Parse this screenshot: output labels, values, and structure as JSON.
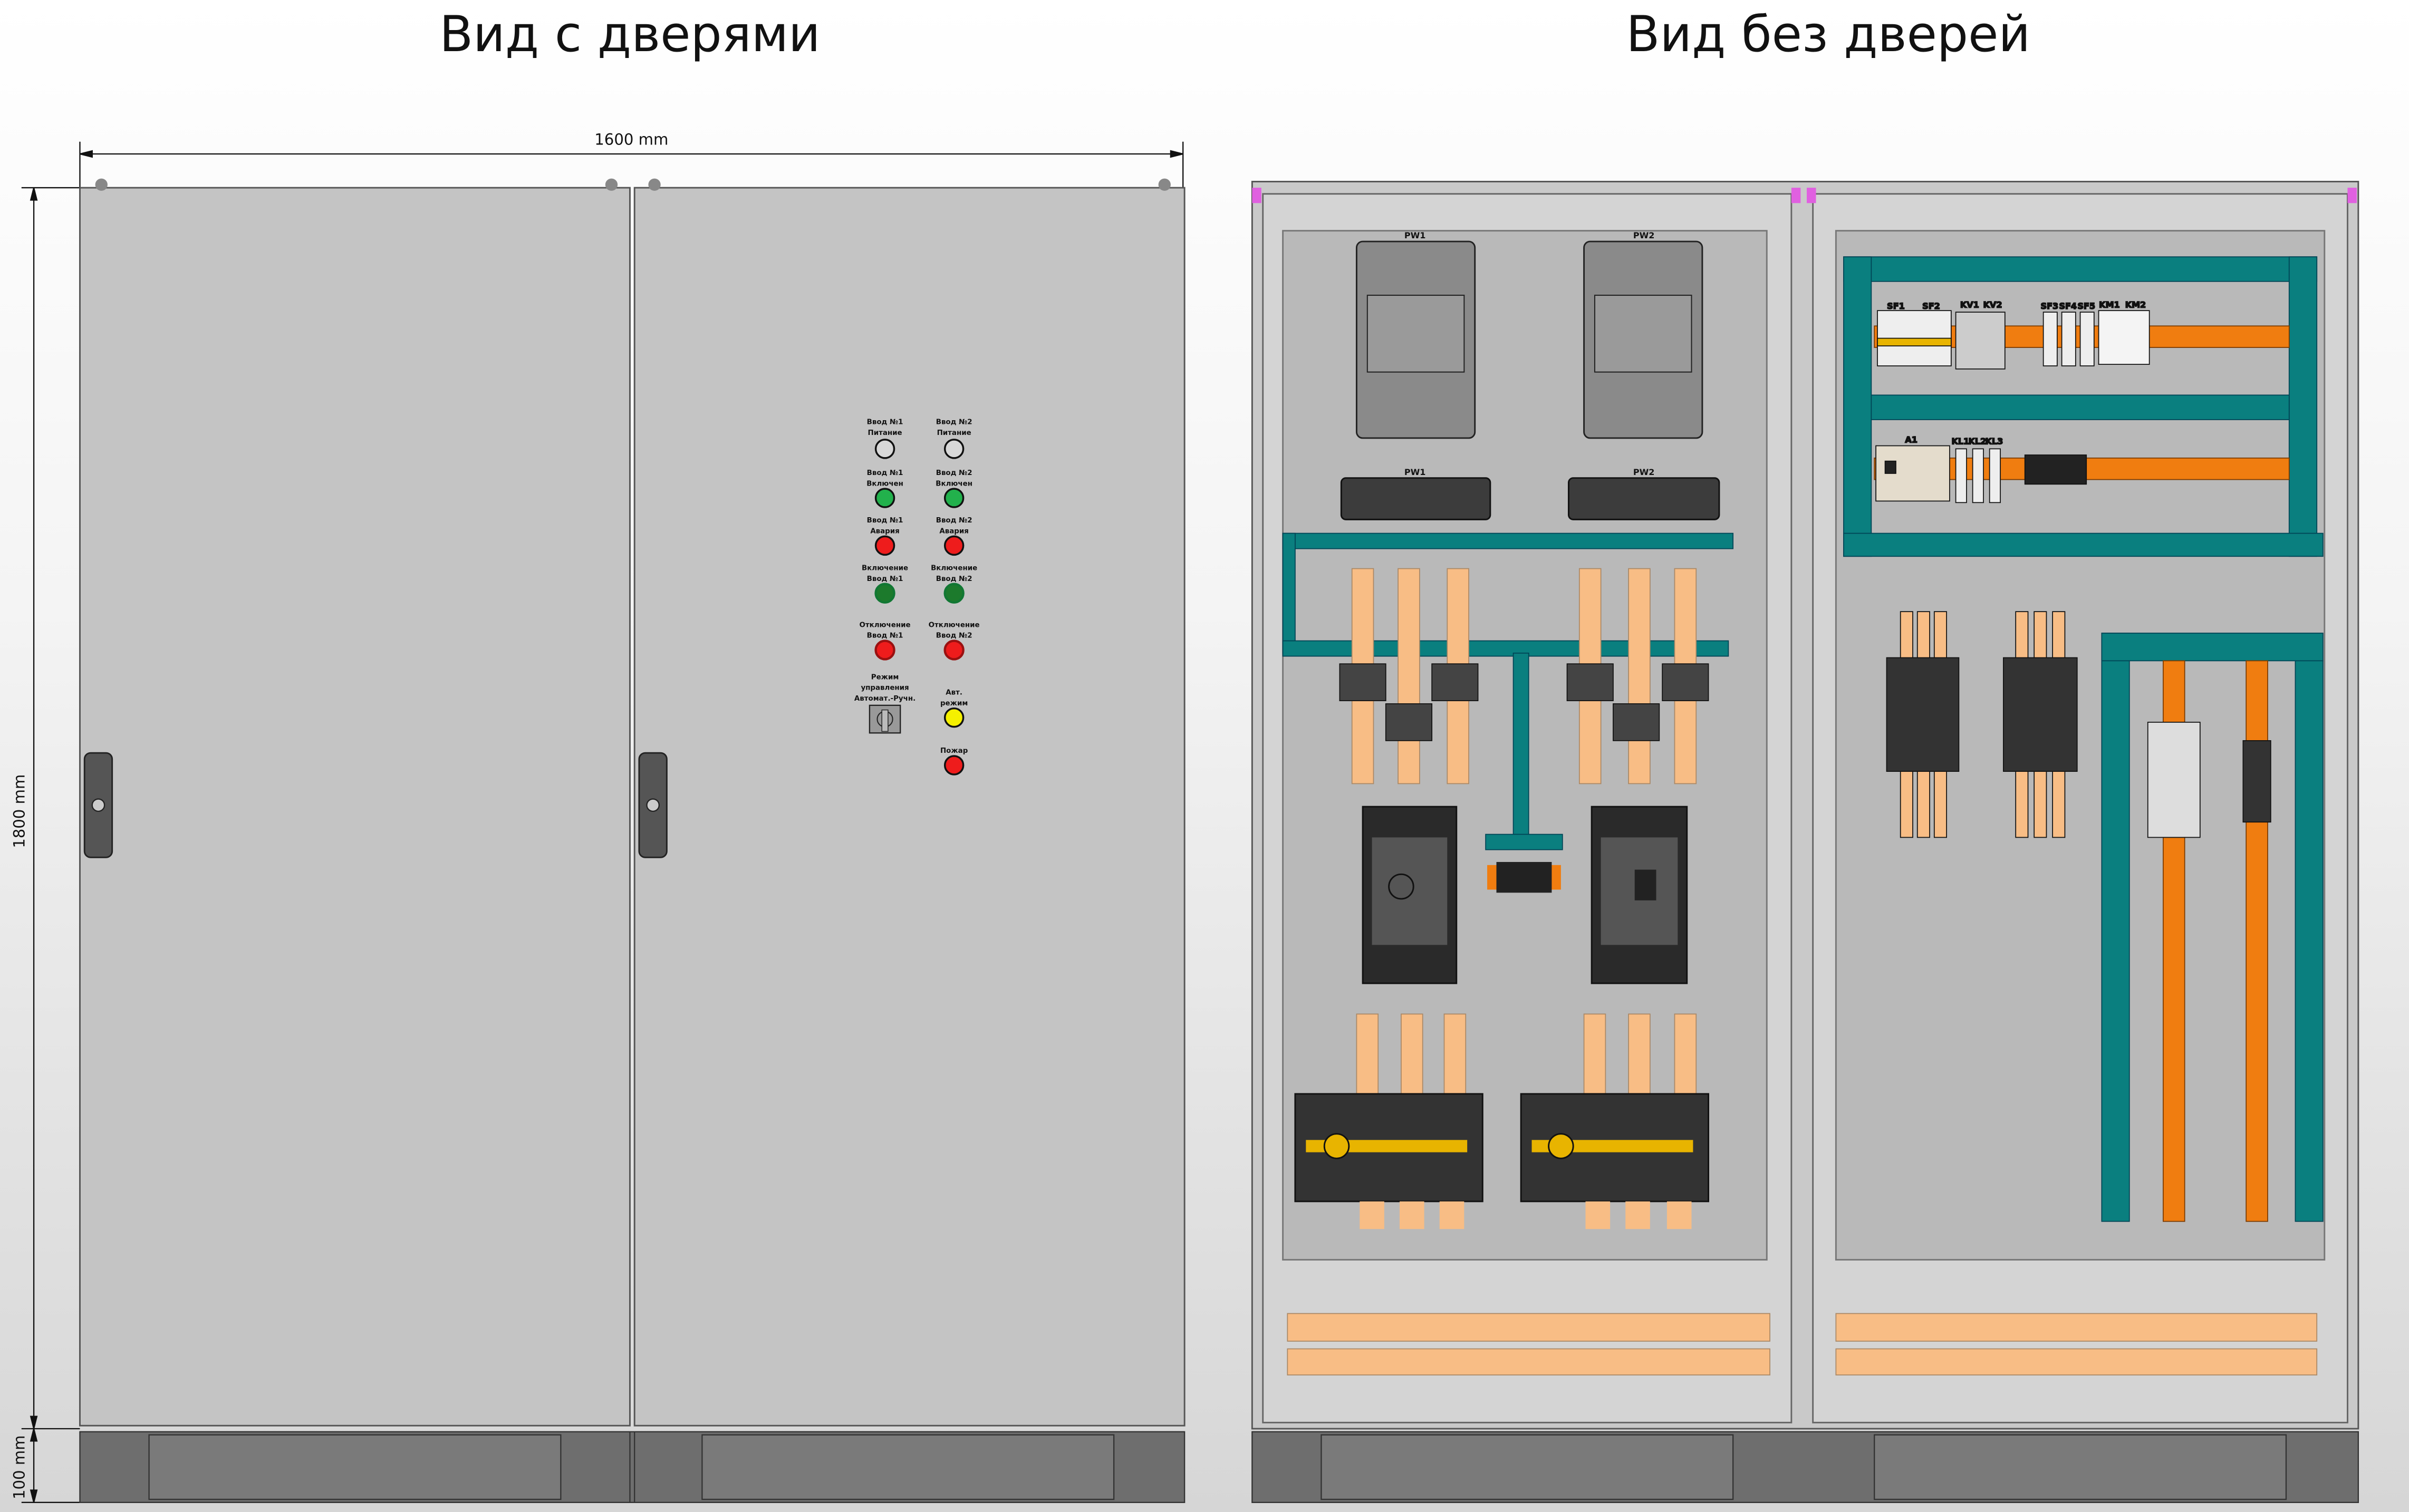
{
  "titles": {
    "with_doors": "Вид с дверями",
    "without_doors": "Вид без дверей"
  },
  "dimensions": {
    "width": "1600 mm",
    "height": "1800 mm",
    "plinth": "100 mm"
  },
  "indicators": {
    "in1_power": [
      "Ввод №1",
      "Питание"
    ],
    "in2_power": [
      "Ввод №2",
      "Питание"
    ],
    "in1_on": [
      "Ввод №1",
      "Включен"
    ],
    "in2_on": [
      "Ввод №2",
      "Включен"
    ],
    "in1_fault": [
      "Ввод №1",
      "Авария"
    ],
    "in2_fault": [
      "Ввод №2",
      "Авария"
    ],
    "in1_switch_on": [
      "Включение",
      "Ввод №1"
    ],
    "in2_switch_on": [
      "Включение",
      "Ввод №2"
    ],
    "in1_switch_off": [
      "Отключение",
      "Ввод №1"
    ],
    "in2_switch_off": [
      "Отключение",
      "Ввод №2"
    ],
    "mode_switch": [
      "Режим",
      "управления",
      "Автомат.-Ручн."
    ],
    "auto_mode": [
      "Авт.",
      "режим"
    ],
    "fire": [
      "Пожар"
    ]
  },
  "colors": {
    "white_lamp": "#d8d8d8",
    "green": "#22b14c",
    "dark_green": "#1c7a2c",
    "red": "#ee1c1c",
    "yellow": "#f5f000",
    "teal": "#0a7f7f",
    "copper": "#f8bd85",
    "din_orange": "#f07d10"
  },
  "devices": {
    "left_section": {
      "pw_top": [
        "PW1",
        "PW2"
      ],
      "pw_bottom": [
        "PW1",
        "PW2"
      ]
    },
    "right_section": {
      "rail1": [
        "SF1",
        "SF2",
        "KV1",
        "KV2",
        "SF3",
        "SF4",
        "SF5",
        "KM1",
        "KM2"
      ],
      "rail2": [
        "A1",
        "KL1",
        "KL2",
        "KL3"
      ]
    }
  }
}
